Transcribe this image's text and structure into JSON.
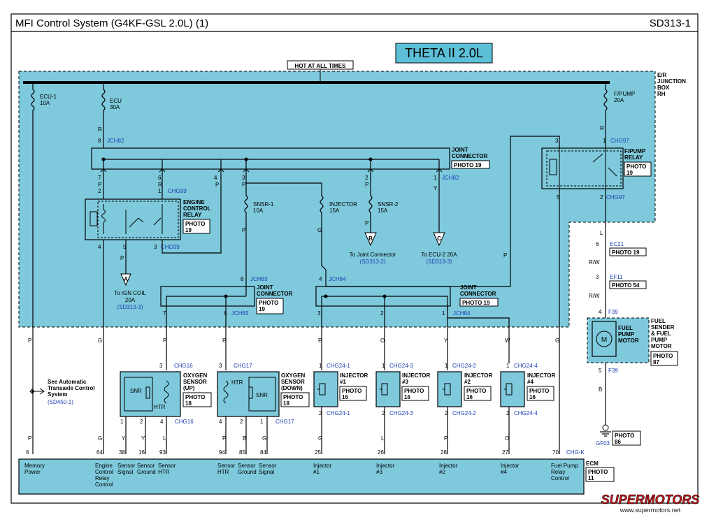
{
  "header": {
    "title": "MFI Control System (G4KF-GSL 2.0L) (1)",
    "code": "SD313-1"
  },
  "banner": "THETA II 2.0L",
  "hot_label": "HOT AT ALL TIMES",
  "junction_box": [
    "E/R",
    "JUNCTION",
    "BOX",
    "RH"
  ],
  "fuses": {
    "ecu1": [
      "ECU-1",
      "10A"
    ],
    "ecu": [
      "ECU",
      "30A"
    ],
    "fpump": [
      "F/PUMP",
      "20A"
    ],
    "snsr1": [
      "SNSR-1",
      "10A"
    ],
    "injector": [
      "INJECTOR",
      "15A"
    ],
    "snsr2": [
      "SNSR-2",
      "15A"
    ]
  },
  "connectors": {
    "jch82": "JCH82",
    "jch97": "CHG97",
    "chg99": "CHG99",
    "jch83": "JCH83",
    "jch84": "JCH84",
    "ec21": "EC21",
    "ef11": "EF11",
    "f39": "F39",
    "gf03": "GF03",
    "chg16": "CHG16",
    "chg17": "CHG17",
    "chg24_1": "CHG24-1",
    "chg24_2": "CHG24-2",
    "chg24_3": "CHG24-3",
    "chg24_4": "CHG24-4",
    "chg_k": "CHG-K"
  },
  "joint_connector": [
    "JOINT",
    "CONNECTOR"
  ],
  "photos": {
    "p19": "PHOTO 19",
    "p54": "PHOTO 54",
    "p86": [
      "PHOTO",
      "86"
    ],
    "p87": [
      "PHOTO",
      "87"
    ],
    "p16": [
      "PHOTO",
      "16"
    ],
    "p18": [
      "PHOTO",
      "18"
    ],
    "p11": [
      "PHOTO",
      "11"
    ],
    "p19b": [
      "PHOTO",
      "19"
    ]
  },
  "relays": {
    "ecr": [
      "ENGINE",
      "CONTROL",
      "RELAY"
    ],
    "fpump": [
      "F/PUMP",
      "RELAY"
    ]
  },
  "refs": {
    "a": {
      "letter": "A",
      "lines": [
        "To IGN COIL",
        "20A"
      ],
      "ref": "(SD313-3)"
    },
    "b": {
      "letter": "B",
      "lines": [
        "To Joint Connector"
      ],
      "ref": "(SD313-2)"
    },
    "c": {
      "letter": "C",
      "lines": [
        "To ECU-2 20A"
      ],
      "ref": "(SD313-3)"
    }
  },
  "fuel_pump": {
    "label": [
      "FUEL",
      "PUMP",
      "MOTOR"
    ],
    "side": [
      "FUEL",
      "SENDER",
      "& FUEL",
      "PUMP",
      "MOTOR"
    ],
    "symbol": "M"
  },
  "sensors": {
    "o2_up": [
      "OXYGEN",
      "SENSOR",
      "(UP)"
    ],
    "o2_down": [
      "OXYGEN",
      "SENSOR",
      "(DOWN)"
    ],
    "snr": "SNR",
    "htr": "HTR"
  },
  "injectors": [
    {
      "name": [
        "INJECTOR",
        "#1"
      ]
    },
    {
      "name": [
        "INJECTOR",
        "#3"
      ]
    },
    {
      "name": [
        "INJECTOR",
        "#2"
      ]
    },
    {
      "name": [
        "INJECTOR",
        "#4"
      ]
    }
  ],
  "trans_note": {
    "lines": [
      "See Automatic",
      "Transaxle Control",
      "System"
    ],
    "ref": "(SD450-1)"
  },
  "ecm": {
    "label": "ECM",
    "pins": [
      {
        "num": "6",
        "label": [
          "Memory",
          "Power"
        ]
      },
      {
        "num": "64",
        "label": [
          "Engine",
          "Control",
          "Relay",
          "Control"
        ]
      },
      {
        "num": "38",
        "label": [
          "Sensor",
          "Signal"
        ]
      },
      {
        "num": "16",
        "label": [
          "Sensor",
          "Ground"
        ]
      },
      {
        "num": "93",
        "label": [
          "Sensor",
          "HTR"
        ]
      },
      {
        "num": "94",
        "label": [
          "Sensor",
          "HTR"
        ]
      },
      {
        "num": "85",
        "label": [
          "Sensor",
          "Ground"
        ]
      },
      {
        "num": "84",
        "label": [
          "Sensor",
          "Signal"
        ]
      },
      {
        "num": "25",
        "label": [
          "Injector",
          "#1"
        ]
      },
      {
        "num": "26",
        "label": [
          "Injector",
          "#3"
        ]
      },
      {
        "num": "28",
        "label": [
          "Injector",
          "#2"
        ]
      },
      {
        "num": "27",
        "label": [
          "Injector",
          "#4"
        ]
      },
      {
        "num": "70",
        "label": [
          "Fuel Pump",
          "Relay",
          "Control"
        ]
      }
    ]
  },
  "wire_colors": {
    "P": "P",
    "G": "G",
    "R": "R",
    "Y": "Y",
    "O": "O",
    "W": "W",
    "L": "L",
    "B": "B",
    "Gr": "Gr",
    "RW": "R/W"
  },
  "watermark": {
    "brand": "SUPERMOTORS",
    "url": "www.supermotors.net"
  },
  "colors": {
    "fill": "#7ec9dc",
    "banner": "#5ec0d8",
    "link": "#1e3fb4"
  }
}
